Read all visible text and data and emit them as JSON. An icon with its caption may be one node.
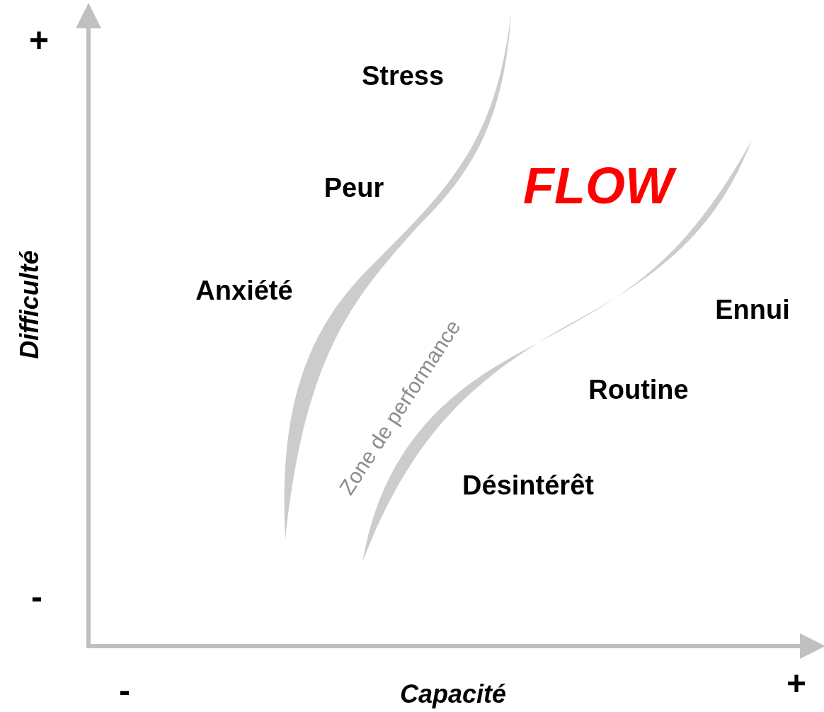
{
  "diagram": {
    "labels": [
      "+",
      "Stress",
      "Peur",
      "FLOW",
      "Anxiété",
      "Difficulté",
      "Zone de performance",
      "Ennui",
      "Routine",
      "Désintérêt",
      "-",
      "-",
      "Capacité",
      "+"
    ]
  }
}
